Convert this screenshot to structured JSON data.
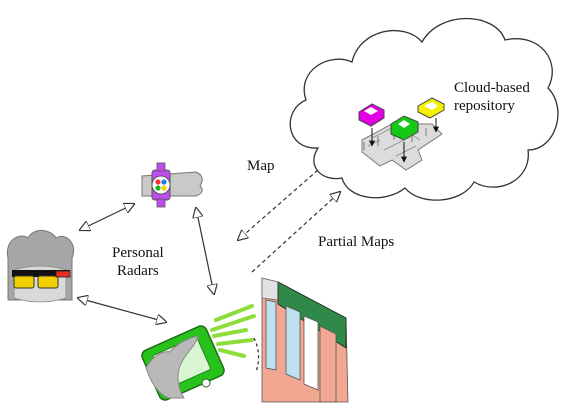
{
  "labels": {
    "cloud": "Cloud-based\nrepository",
    "map": "Map",
    "partial_maps": "Partial Maps",
    "personal_radars": "Personal\nRadars"
  },
  "colors": {
    "stroke": "#333333",
    "cloud_fill": "#ffffff",
    "floor_fill": "#d9d9d9",
    "magenta": "#e100e1",
    "green": "#16c816",
    "yellow": "#f5ef00",
    "phone_green": "#27c21c",
    "ray_green": "#8ddd3a",
    "glasses_yellow": "#f2d000",
    "hair_gray": "#a6a6a6",
    "skin_gray": "#c9c9c9",
    "wall_salmon": "#f1a792",
    "wall_green": "#2f8a4a",
    "wall_blue": "#bfe0ee"
  },
  "icons": [
    "cloud-icon",
    "floor-plan-icon",
    "smartwatch-icon",
    "smart-glasses-icon",
    "smartphone-icon",
    "room-scene-icon"
  ]
}
